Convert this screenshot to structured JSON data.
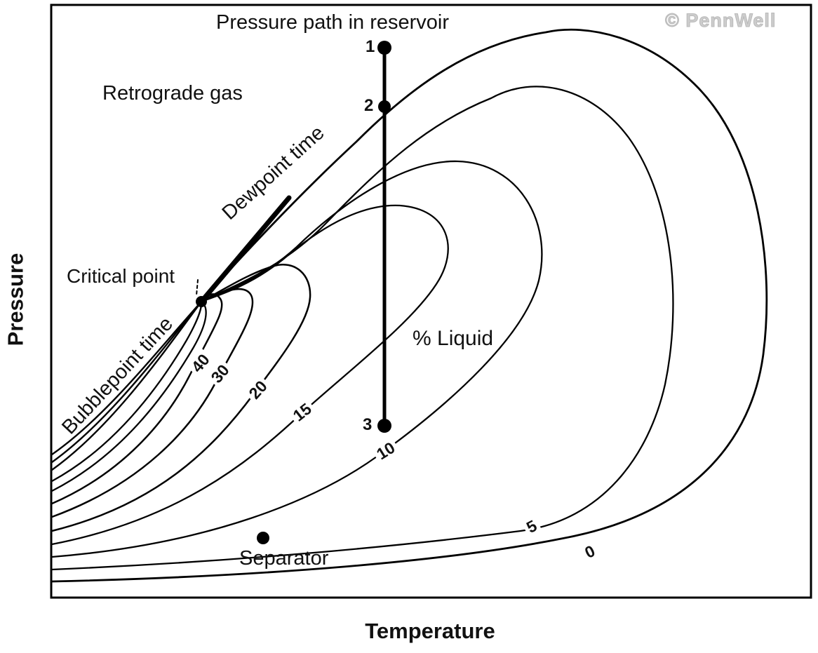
{
  "figure": {
    "copyright": "© PennWell",
    "annotations": {
      "pressure_path": "Pressure path in reservoir",
      "fluid_type": "Retrograde gas",
      "dewpoint": "Dewpoint time",
      "bubblepoint": "Bubblepoint time",
      "critical_point": "Critical point",
      "percent_liquid": "% Liquid",
      "separator": "Separator"
    },
    "axes": {
      "x_label": "Temperature",
      "y_label": "Pressure"
    }
  },
  "chart_data": {
    "type": "line",
    "title": "Pressure path in reservoir (retrograde gas phase diagram)",
    "xlabel": "Temperature",
    "ylabel": "Pressure",
    "axis_numeric_ticks": false,
    "grid": false,
    "description": "Qualitative pressure-temperature phase envelope for a retrograde gas. Iso-volume (% liquid) contour lines converge at the critical point. A vertical line shows the isothermal pressure path in the reservoir crossing the dewpoint line.",
    "contours": [
      {
        "label": "40",
        "percent_liquid": 40
      },
      {
        "label": "30",
        "percent_liquid": 30
      },
      {
        "label": "20",
        "percent_liquid": 20
      },
      {
        "label": "15",
        "percent_liquid": 15
      },
      {
        "label": "10",
        "percent_liquid": 10
      },
      {
        "label": "5",
        "percent_liquid": 5
      },
      {
        "label": "0",
        "percent_liquid": 0
      }
    ],
    "key_points_normalized": {
      "critical_point": {
        "x": 0.2,
        "y": 0.5
      },
      "separator": {
        "x": 0.28,
        "y": 0.1
      },
      "pressure_path": {
        "x": 0.44,
        "points": [
          {
            "label": "1",
            "y": 0.93
          },
          {
            "label": "2",
            "y": 0.83,
            "note": "crosses dewpoint line"
          },
          {
            "label": "3",
            "y": 0.29
          }
        ]
      }
    },
    "path_markers": [
      "1",
      "2",
      "3"
    ]
  }
}
